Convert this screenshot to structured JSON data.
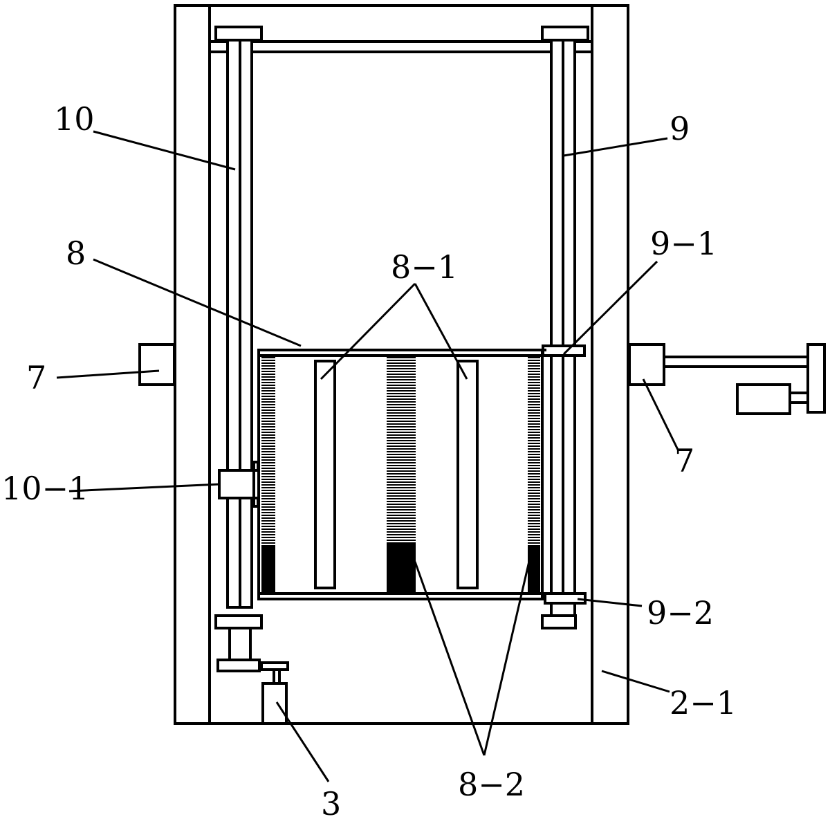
{
  "labels": {
    "l10": "10",
    "l9": "9",
    "l8": "8",
    "l8_1": "8−1",
    "l9_1": "9−1",
    "l7_left": "7",
    "l7_right": "7",
    "l10_1": "10−1",
    "l9_2": "9−2",
    "l2_1": "2−1",
    "l3": "3",
    "l8_2": "8−2"
  },
  "colors": {
    "line": "#000000",
    "background": "#ffffff"
  }
}
